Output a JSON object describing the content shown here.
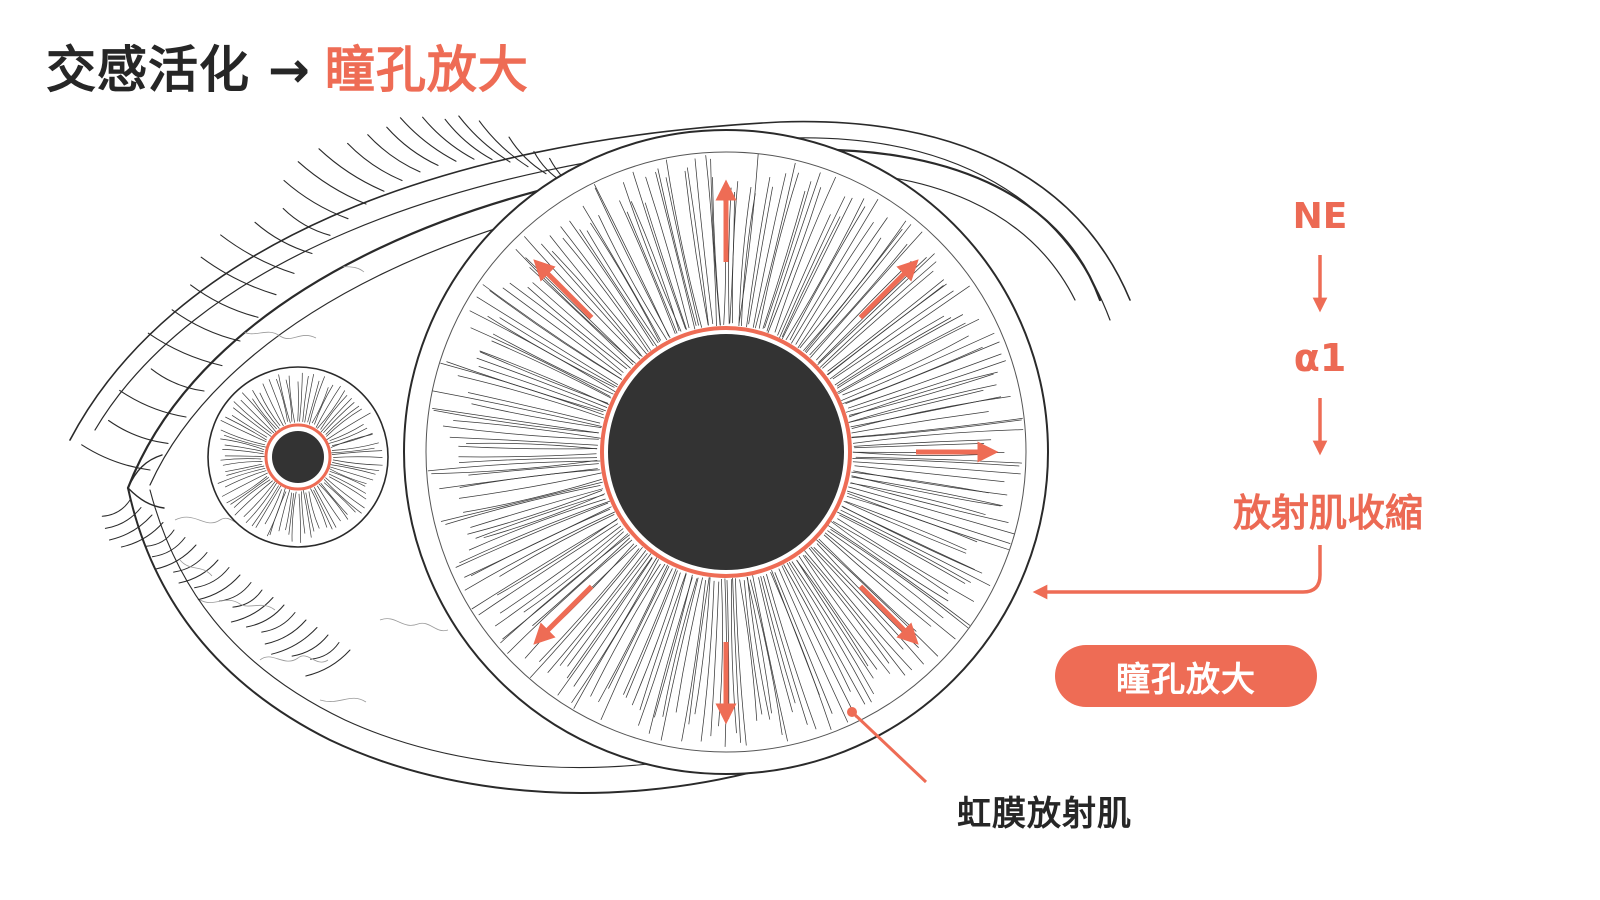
{
  "title": {
    "main": "交感活化",
    "arrow": "→",
    "result": "瞳孔放大"
  },
  "flow": {
    "step1": "NE",
    "step2": "α1",
    "step3": "放射肌收縮"
  },
  "result_badge": "瞳孔放大",
  "callout_label": "虹膜放射肌",
  "colors": {
    "accent": "#ee6c55",
    "ink": "#262626",
    "pupil": "#333333"
  }
}
